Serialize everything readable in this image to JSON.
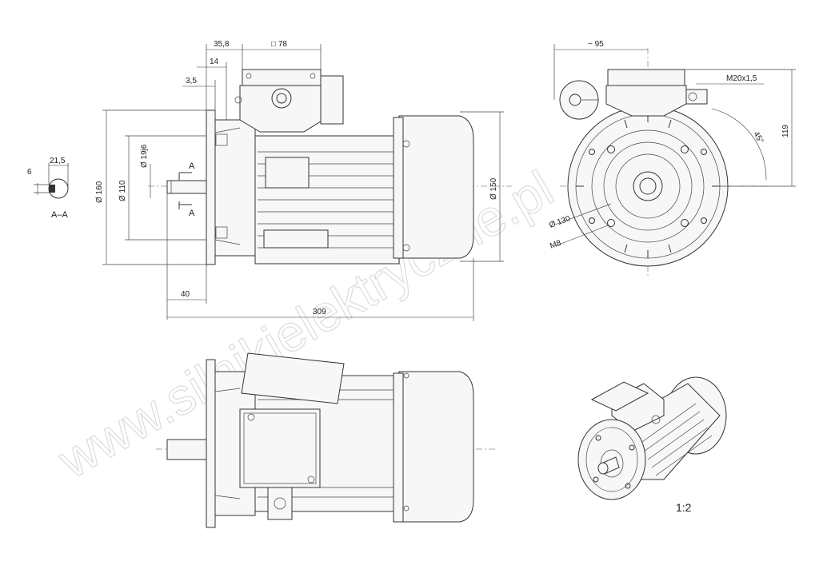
{
  "dimensions": {
    "d35_8": "35,8",
    "d78": "□ 78",
    "d14": "14",
    "d3_5": "3,5",
    "d160": "Ø 160",
    "d110": "Ø 110",
    "d19j6": "Ø 19j6",
    "d150": "Ø 150",
    "d40": "40",
    "d309": "309",
    "d95": "~ 95",
    "dM20": "M20x1,5",
    "d45": "45°",
    "d119": "119",
    "d130": "Ø 130",
    "dM8": "M8",
    "d6": "6",
    "d21_5": "21,5"
  },
  "section": {
    "label_a": "A",
    "section_title": "A–A"
  },
  "scale": "1:2",
  "watermark": "www.silnikielektryczne.pl"
}
